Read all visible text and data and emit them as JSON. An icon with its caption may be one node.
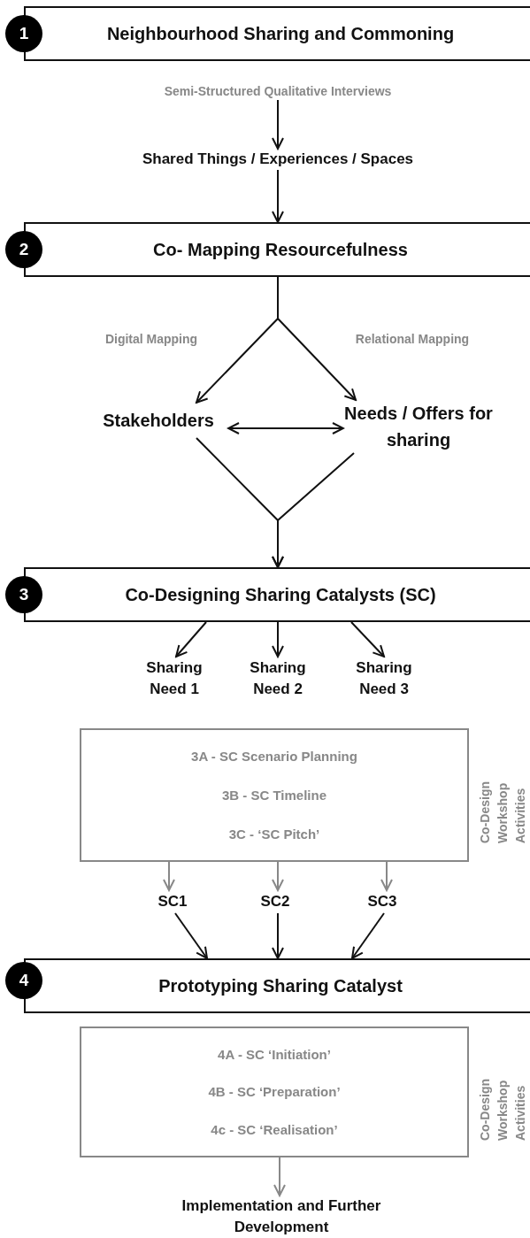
{
  "diagram": {
    "nodes": [
      {
        "text": [
          "1"
        ]
      },
      {
        "text": [
          "Neighbourhood Sharing and Commoning"
        ]
      },
      {
        "text": [
          "Semi-Structured Qualitative Interviews"
        ]
      },
      {
        "text": [
          "Shared Things / Experiences / Spaces"
        ]
      },
      {
        "text": [
          "2"
        ]
      },
      {
        "text": [
          "Co- Mapping Resourcefulness"
        ]
      },
      {
        "text": [
          "Stakeholders"
        ]
      },
      {
        "text": [
          "Needs / Offers for sharing"
        ]
      },
      {
        "text": [
          "3"
        ]
      },
      {
        "text": [
          "Co-Designing Sharing Catalysts (SC)"
        ]
      },
      {
        "text": [
          "Sharing Need 1"
        ]
      },
      {
        "text": [
          "Sharing Need 2"
        ]
      },
      {
        "text": [
          "Sharing Need 3"
        ]
      },
      {
        "text": [
          "3A - SC Scenario Planning",
          "3B - SC Timeline",
          "3C - ‘SC Pitch’"
        ],
        "beside": [
          "Co-Design Workshop Activities"
        ]
      },
      {
        "text": [
          "SC1"
        ]
      },
      {
        "text": [
          "SC2"
        ]
      },
      {
        "text": [
          "SC3"
        ]
      },
      {
        "text": [
          "4"
        ]
      },
      {
        "text": [
          "Prototyping Sharing Catalyst"
        ]
      },
      {
        "text": [
          "4A - SC ‘Initiation’",
          "4B - SC ‘Preparation’",
          "4c - SC ‘Realisation’"
        ],
        "beside": [
          "Co-Design Workshop Activities"
        ]
      },
      {
        "text": [
          "Implementation and Further Development"
        ]
      }
    ],
    "edges": [
      {
        "from": 2,
        "to": 3,
        "arrow": "to"
      },
      {
        "from": 3,
        "to": 5,
        "arrow": "to"
      },
      {
        "from": 5,
        "to": 6,
        "arrow": "to",
        "label": "Digital Mapping"
      },
      {
        "from": 5,
        "to": 7,
        "arrow": "to",
        "label": "Relational Mapping"
      },
      {
        "from": 6,
        "to": 7,
        "arrow": "both"
      },
      {
        "from": 6,
        "to": 9,
        "arrow": "to"
      },
      {
        "from": 7,
        "to": 9,
        "arrow": "to"
      },
      {
        "from": 9,
        "to": 10,
        "arrow": "to"
      },
      {
        "from": 9,
        "to": 11,
        "arrow": "to"
      },
      {
        "from": 9,
        "to": 12,
        "arrow": "to"
      },
      {
        "from": 13,
        "to": 14,
        "arrow": "to",
        "color": "#888888"
      },
      {
        "from": 13,
        "to": 15,
        "arrow": "to",
        "color": "#888888"
      },
      {
        "from": 13,
        "to": 16,
        "arrow": "to",
        "color": "#888888"
      },
      {
        "from": 14,
        "to": 18,
        "arrow": "to"
      },
      {
        "from": 15,
        "to": 18,
        "arrow": "to"
      },
      {
        "from": 16,
        "to": 18,
        "arrow": "to"
      },
      {
        "from": 19,
        "to": 20,
        "arrow": "to",
        "color": "#888888"
      }
    ]
  }
}
